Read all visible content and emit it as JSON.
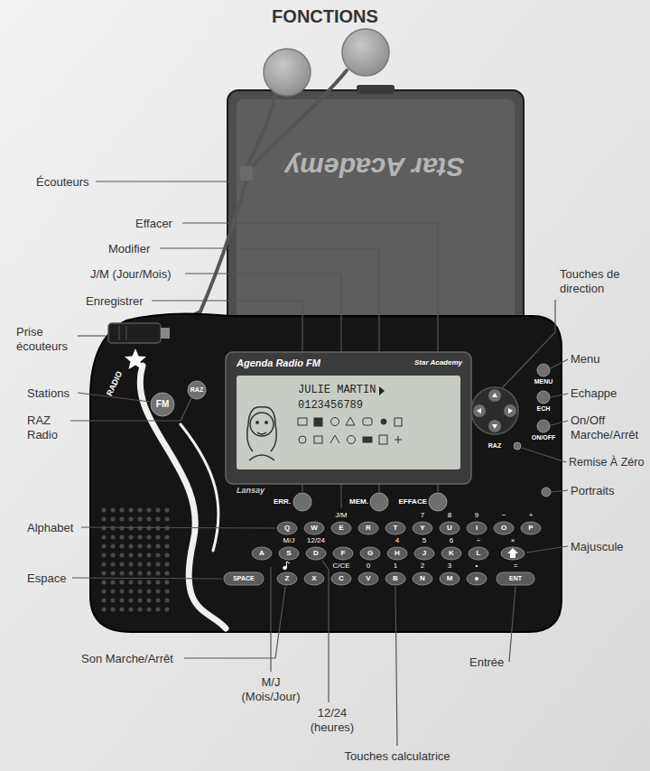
{
  "diagram": {
    "title": "FONCTIONS",
    "labels": [
      "Écouteurs",
      "Effacer",
      "Modifier",
      "J/M (Jour/Mois)",
      "Enregistrer",
      "Prise écouteurs",
      "Touches de direction",
      "Menu",
      "Echappe",
      "On/Off Marche/Arrêt",
      "Stations",
      "RAZ Radio",
      "Remise À Zéro",
      "Portraits",
      "Alphabet",
      "Majuscule",
      "Espace",
      "Son Marche/Arrêt",
      "M/J (Mois/Jour)",
      "12/24 (heures)",
      "Entrée",
      "Touches calculatrice",
      "Star Academy",
      "RADIO",
      "FM",
      "RAZ",
      "Agenda Radio FM",
      "Star Academy",
      "JULIE MARTIN",
      "0123456789",
      "Lansay",
      "ERR.",
      "MEM.",
      "EFFACE",
      "MENU",
      "ECH",
      "ON/OFF",
      "RAZ",
      "Q",
      "W",
      "E",
      "R",
      "T",
      "Y",
      "U",
      "I",
      "O",
      "P",
      "A",
      "S",
      "D",
      "F",
      "G",
      "H",
      "J",
      "K",
      "L",
      "SPACE",
      "Z",
      "X",
      "C",
      "V",
      "B",
      "N",
      "M",
      "ENT",
      "J/M",
      "7",
      "8",
      "9",
      "−",
      "+",
      "M/J",
      "12/24",
      "4",
      "5",
      "6",
      "÷",
      "×",
      "C/CE",
      "0",
      "1",
      "2",
      "3",
      "•",
      "="
    ]
  }
}
